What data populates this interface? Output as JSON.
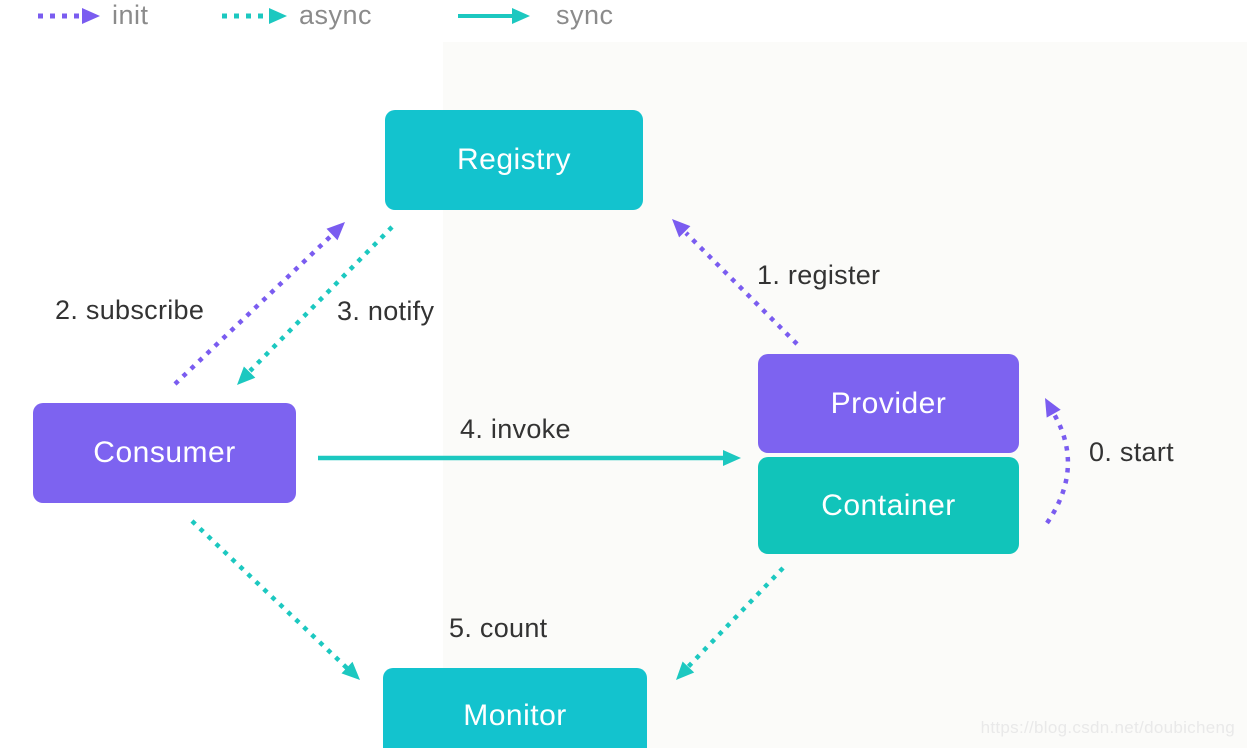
{
  "legend": {
    "items": [
      {
        "label": "init",
        "style": "dotted",
        "color": "#7a5cf0"
      },
      {
        "label": "async",
        "style": "dotted",
        "color": "#1cc8c0"
      },
      {
        "label": "sync",
        "style": "solid",
        "color": "#1cc8c0"
      }
    ]
  },
  "nodes": {
    "registry": {
      "label": "Registry"
    },
    "provider": {
      "label": "Provider"
    },
    "container": {
      "label": "Container"
    },
    "consumer": {
      "label": "Consumer"
    },
    "monitor": {
      "label": "Monitor"
    }
  },
  "edges": {
    "start": {
      "label": "0. start"
    },
    "register": {
      "label": "1. register"
    },
    "subscribe": {
      "label": "2. subscribe"
    },
    "notify": {
      "label": "3. notify"
    },
    "invoke": {
      "label": "4. invoke"
    },
    "count": {
      "label": "5. count"
    }
  },
  "watermark": {
    "text": "https://blog.csdn.net/doubicheng"
  },
  "colors": {
    "node_purple": "#7d63f0",
    "node_teal": "#13c3ce",
    "node_container_teal": "#11c4ba",
    "arrow_purple": "#7a5cf0",
    "arrow_teal": "#1cc8c0",
    "label_text": "#333333",
    "legend_text": "#8b8b8b",
    "node_text": "#ffffff",
    "watermark_text": "#e9e9e9",
    "background": "#ffffff",
    "panel_background": "#fbfbf9"
  }
}
